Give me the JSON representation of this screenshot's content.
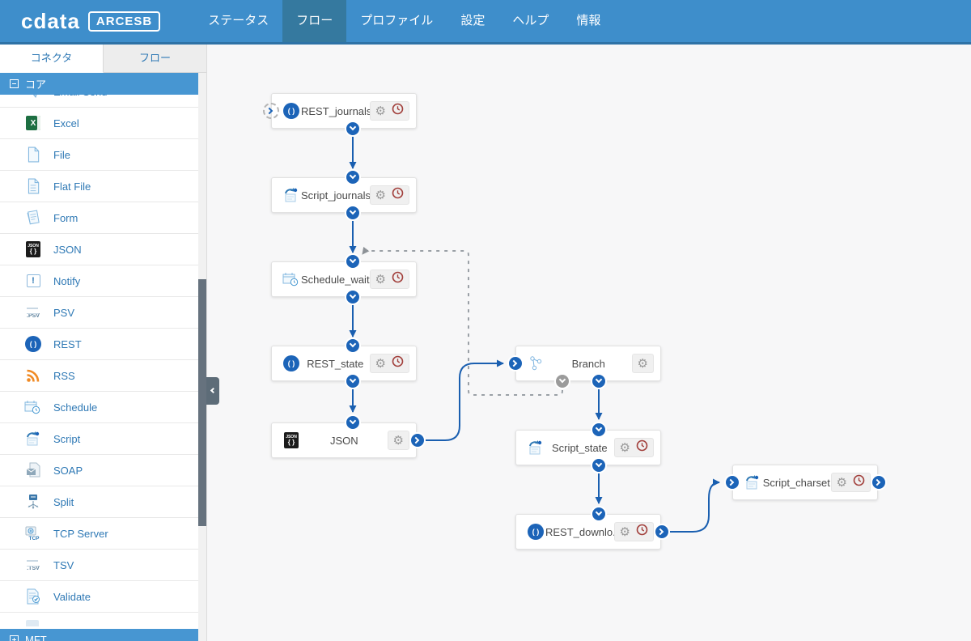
{
  "navbar": {
    "logo": "cdata",
    "badge": "ARCESB",
    "items": [
      {
        "label": "ステータス",
        "active": false
      },
      {
        "label": "フロー",
        "active": true
      },
      {
        "label": "プロファイル",
        "active": false
      },
      {
        "label": "設定",
        "active": false
      },
      {
        "label": "ヘルプ",
        "active": false
      },
      {
        "label": "情報",
        "active": false
      }
    ]
  },
  "sidebar": {
    "tabs": [
      {
        "label": "コネクタ",
        "active": true
      },
      {
        "label": "フロー",
        "active": false
      }
    ],
    "core_label": "コア",
    "mft_label": "MFT",
    "items": [
      {
        "label": "Email Send"
      },
      {
        "label": "Excel"
      },
      {
        "label": "File"
      },
      {
        "label": "Flat File"
      },
      {
        "label": "Form"
      },
      {
        "label": "JSON"
      },
      {
        "label": "Notify"
      },
      {
        "label": "PSV"
      },
      {
        "label": "REST"
      },
      {
        "label": "RSS"
      },
      {
        "label": "Schedule"
      },
      {
        "label": "Script"
      },
      {
        "label": "SOAP"
      },
      {
        "label": "Split"
      },
      {
        "label": "TCP Server"
      },
      {
        "label": "TSV"
      },
      {
        "label": "Validate"
      }
    ]
  },
  "canvas": {
    "nodes": [
      {
        "label": "REST_journals",
        "type": "rest",
        "settings": true,
        "timer": true
      },
      {
        "label": "Script_journals",
        "type": "script",
        "settings": true,
        "timer": true
      },
      {
        "label": "Schedule_wait",
        "type": "schedule",
        "settings": true,
        "timer": true
      },
      {
        "label": "REST_state",
        "type": "rest",
        "settings": true,
        "timer": true
      },
      {
        "label": "JSON",
        "type": "json",
        "settings": true,
        "timer": false
      },
      {
        "label": "Branch",
        "type": "branch",
        "settings": true,
        "timer": false
      },
      {
        "label": "Script_state",
        "type": "script",
        "settings": true,
        "timer": true
      },
      {
        "label": "REST_downlo...",
        "type": "rest",
        "settings": true,
        "timer": true
      },
      {
        "label": "Script_charset",
        "type": "script",
        "settings": true,
        "timer": true
      }
    ],
    "edges": [
      {
        "from": "REST_journals",
        "to": "Script_journals",
        "style": "solid"
      },
      {
        "from": "Script_journals",
        "to": "Schedule_wait",
        "style": "solid"
      },
      {
        "from": "Schedule_wait",
        "to": "REST_state",
        "style": "solid"
      },
      {
        "from": "REST_state",
        "to": "JSON",
        "style": "solid"
      },
      {
        "from": "JSON",
        "to": "Branch",
        "style": "solid"
      },
      {
        "from": "Branch",
        "to": "Script_state",
        "style": "solid"
      },
      {
        "from": "Branch",
        "to": "Schedule_wait",
        "style": "dashed"
      },
      {
        "from": "Script_state",
        "to": "REST_downlo...",
        "style": "solid"
      },
      {
        "from": "REST_downlo...",
        "to": "Script_charset",
        "style": "solid"
      }
    ]
  },
  "icons": {
    "gear": "⚙",
    "rest_glyph": "( )",
    "json_top": "JSON",
    "json_brace": "{ }",
    "notify_mark": "!",
    "psv": ".PSV",
    "tsv": ".TSV",
    "tcp": "TCP",
    "excel_x": "X"
  },
  "colors": {
    "navbar": "#3e8ecb",
    "navbar_active": "#35799f",
    "group_header": "#4796d2",
    "link_blue": "#2f79b5",
    "connector_blue": "#1c64b8",
    "connector_gray": "#9b9b9b",
    "timer_red": "#a2403c",
    "canvas_bg": "#f7f7f8"
  }
}
